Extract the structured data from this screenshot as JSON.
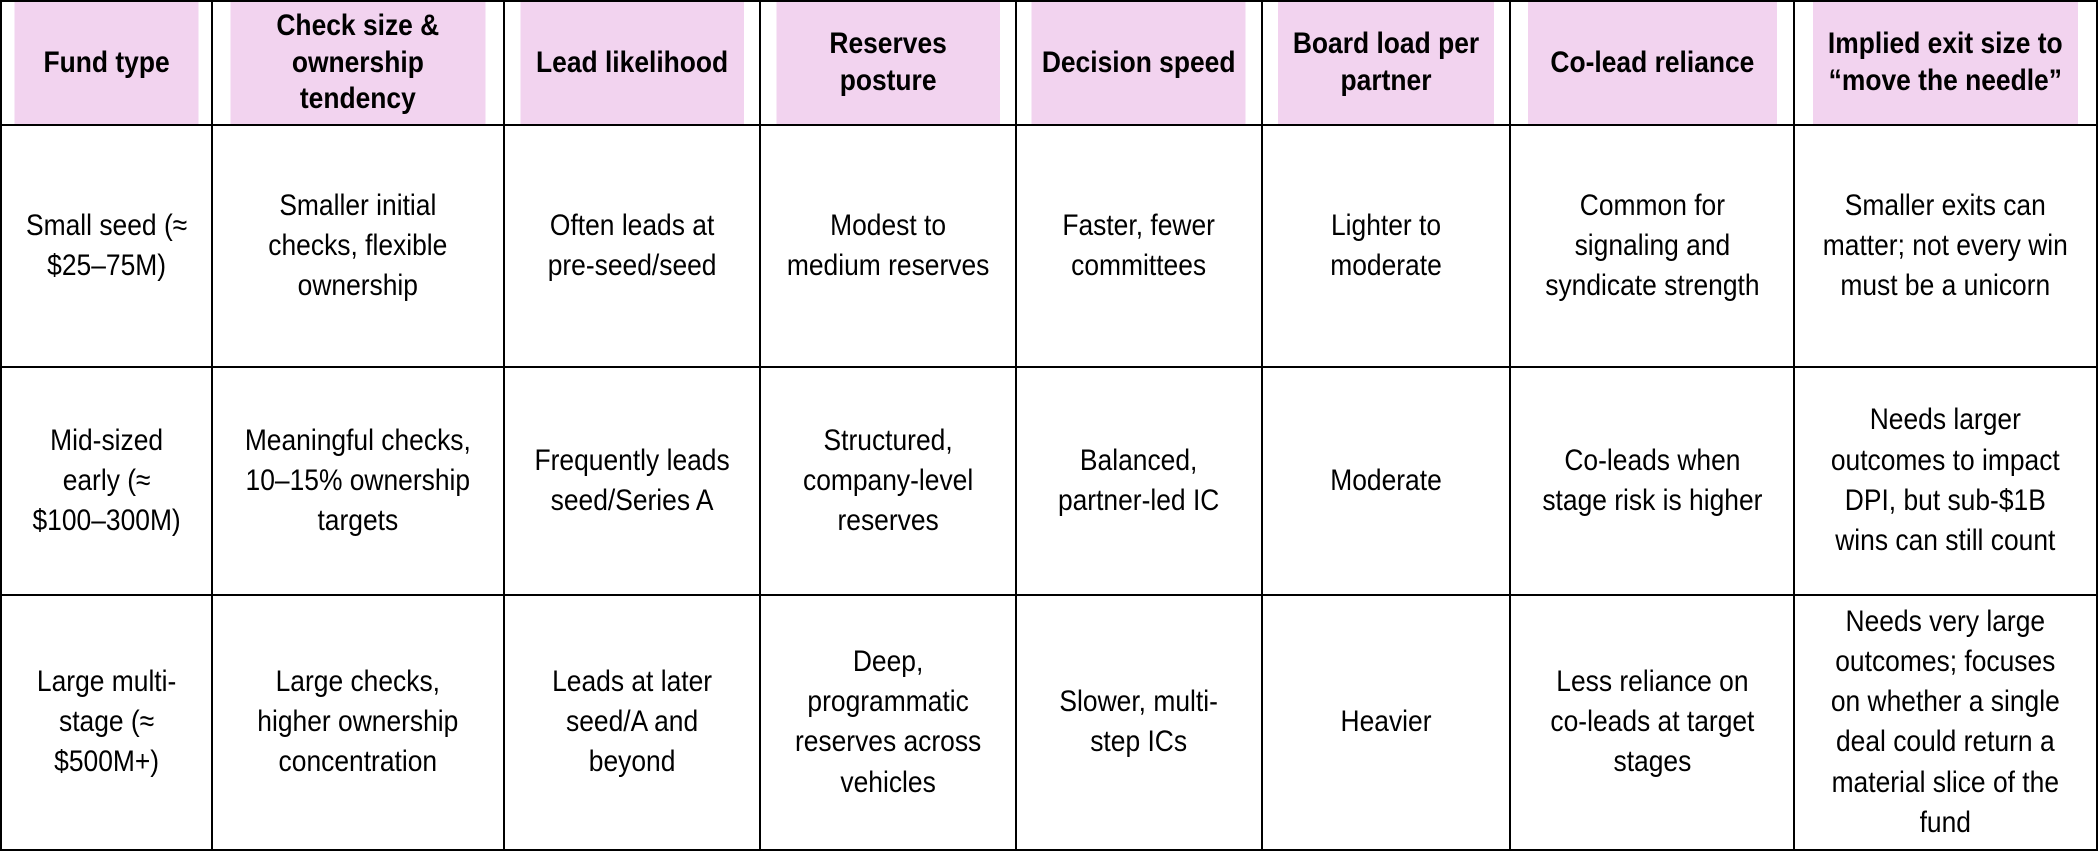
{
  "table": {
    "columns": [
      "Fund type",
      "Check size & ownership tendency",
      "Lead likelihood",
      "Reserves posture",
      "Decision speed",
      "Board load per partner",
      "Co-lead reliance",
      "Implied exit size to “move the needle”"
    ],
    "rows": [
      {
        "fund_type": "Small seed (≈ $25–75M)",
        "check_size": "Smaller initial checks, flexible ownership",
        "lead_likelihood": "Often leads at pre-seed/seed",
        "reserves_posture": "Modest to medium reserves",
        "decision_speed": "Faster, fewer committees",
        "board_load": "Lighter to moderate",
        "co_lead_reliance": "Common for signaling and syndicate strength",
        "implied_exit": "Smaller exits can matter; not every win must be a unicorn"
      },
      {
        "fund_type": "Mid-sized early (≈ $100–300M)",
        "check_size": "Meaningful checks, 10–15% ownership targets",
        "lead_likelihood": "Frequently leads seed/Series A",
        "reserves_posture": "Structured, company-level reserves",
        "decision_speed": "Balanced, partner-led IC",
        "board_load": "Moderate",
        "co_lead_reliance": "Co-leads when stage risk is higher",
        "implied_exit": "Needs larger outcomes to impact DPI, but sub-$1B wins can still count"
      },
      {
        "fund_type": "Large multi-stage (≈ $500M+)",
        "check_size": "Large checks, higher ownership concentration",
        "lead_likelihood": "Leads at later seed/A and beyond",
        "reserves_posture": "Deep, programmatic reserves across vehicles",
        "decision_speed": "Slower, multi-step ICs",
        "board_load": "Heavier",
        "co_lead_reliance": "Less reliance on co-leads at target stages",
        "implied_exit": "Needs very large outcomes; focuses on whether a single deal could return a material slice of the fund"
      }
    ]
  },
  "colors": {
    "header_background": "#f2d3ef",
    "cell_background": "#ffffff",
    "border": "#000000",
    "text": "#000000"
  }
}
